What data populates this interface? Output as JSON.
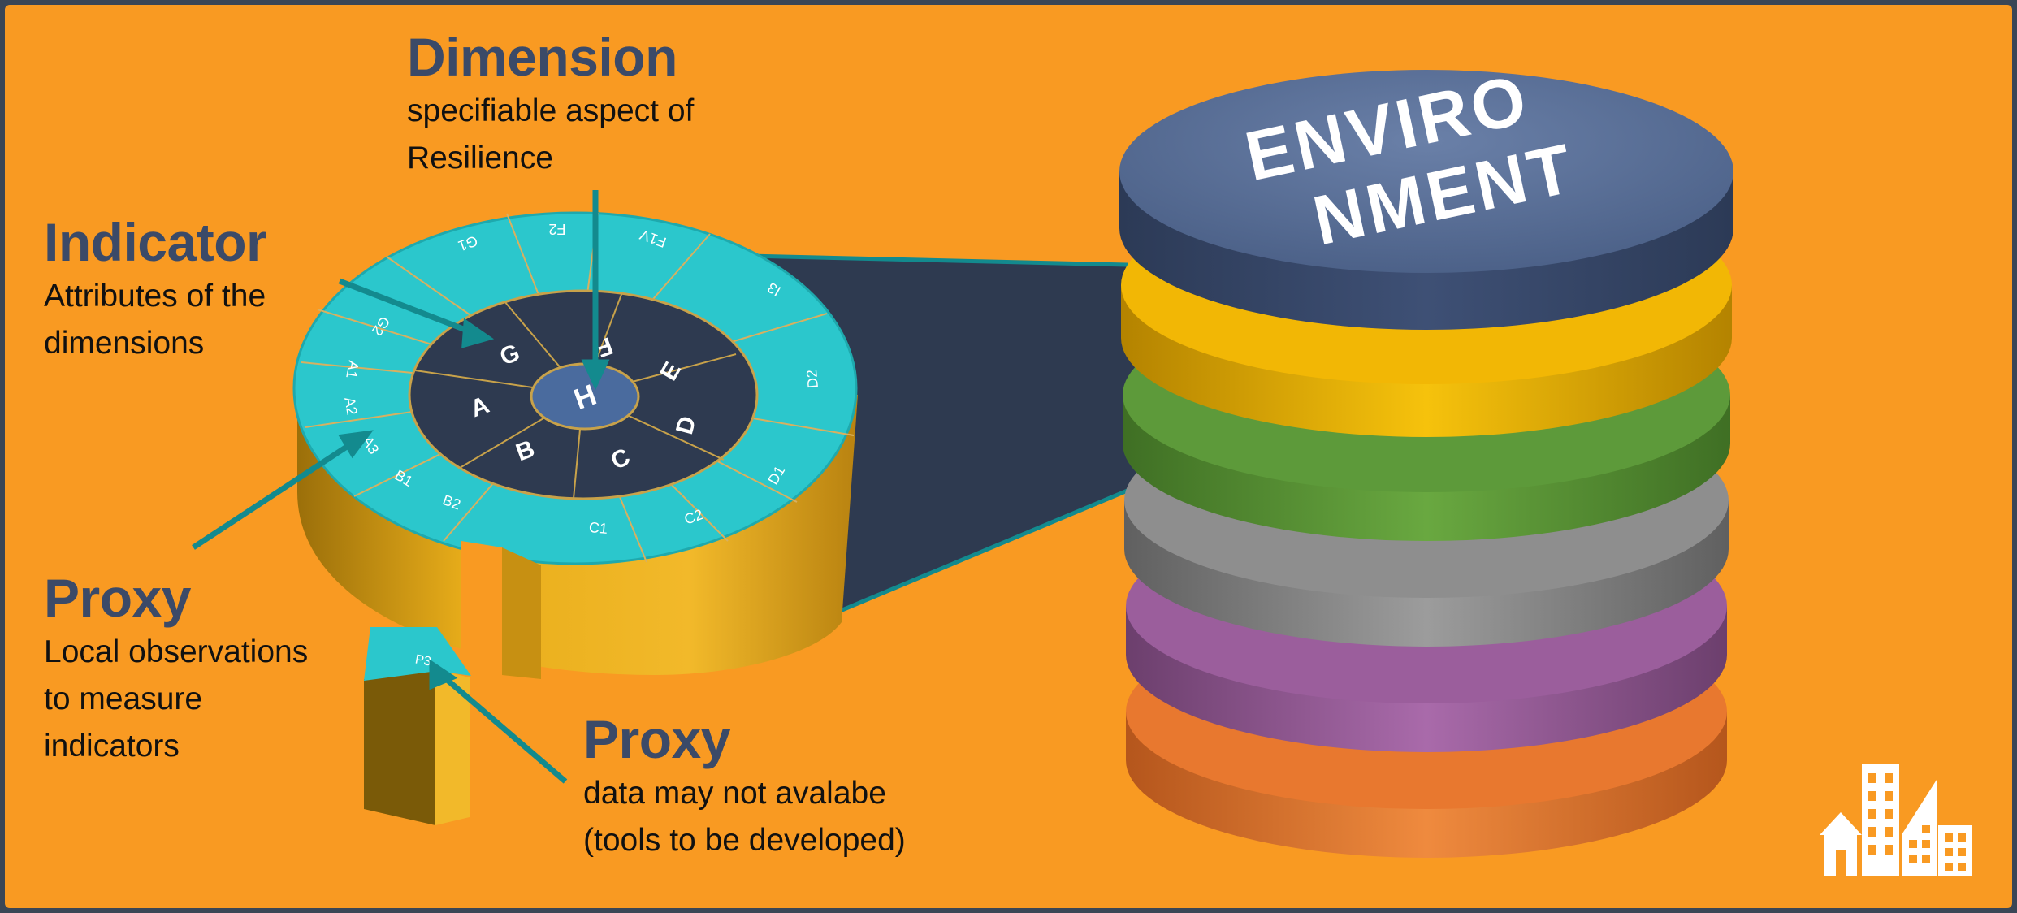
{
  "labels": {
    "dimension": {
      "heading": "Dimension",
      "lines": [
        "specifiable aspect of",
        "Resilience"
      ]
    },
    "indicator": {
      "heading": "Indicator",
      "lines": [
        "Attributes of the",
        "dimensions"
      ]
    },
    "proxy_left": {
      "heading": "Proxy",
      "lines": [
        "Local observations",
        "to measure",
        "indicators"
      ]
    },
    "proxy_right": {
      "heading": "Proxy",
      "lines": [
        "data may not avalabe",
        "(tools to be developed)"
      ]
    }
  },
  "wheel": {
    "center": "H",
    "dimensions": [
      "G",
      "F",
      "E",
      "D",
      "C",
      "B",
      "A"
    ],
    "indicators": [
      "G1",
      "F2",
      "F1V",
      "I3",
      "D2",
      "D1",
      "C2",
      "C1",
      "B2",
      "B1",
      "A3",
      "A2",
      "A1",
      "G2"
    ],
    "detached_piece": "P3"
  },
  "stack": {
    "top_label_line1": "ENVIRO",
    "top_label_line2": "NMENT",
    "layers": [
      {
        "name": "top",
        "color": "#5a6f97"
      },
      {
        "name": "yellow",
        "color": "#f2b705"
      },
      {
        "name": "green",
        "color": "#5d9a3a"
      },
      {
        "name": "gray",
        "color": "#8e8e8e"
      },
      {
        "name": "purple",
        "color": "#9b5e9c"
      },
      {
        "name": "orange",
        "color": "#e8782f"
      }
    ]
  },
  "colors": {
    "background": "#f99a22",
    "frame": "#3a4656",
    "heading": "#3b4a68",
    "teal": "#2bc7cc",
    "navy": "#2e3a50",
    "arrow": "#138a8e"
  },
  "icons": [
    "city-buildings-icon"
  ]
}
